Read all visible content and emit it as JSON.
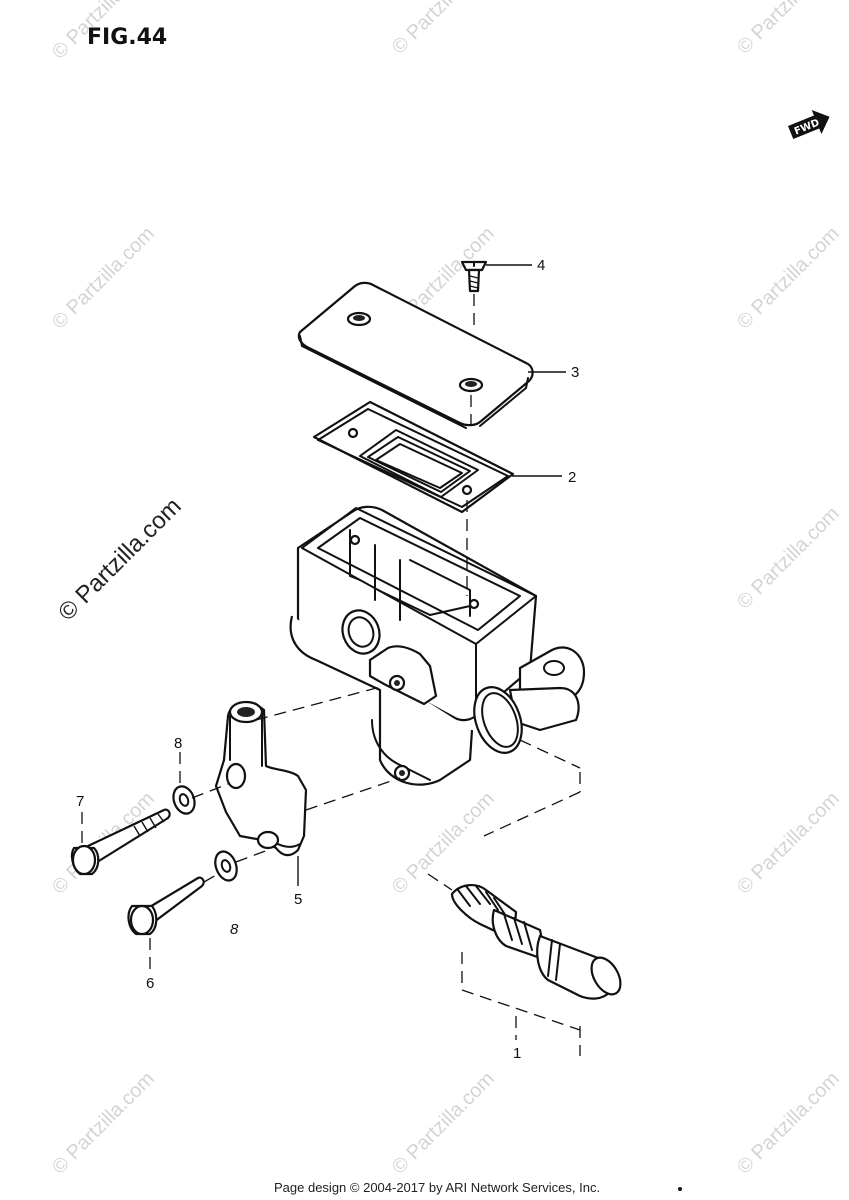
{
  "figure": {
    "title": "FIG.44",
    "fwd_label": "FWD"
  },
  "callouts": {
    "c1": "1",
    "c2": "2",
    "c3": "3",
    "c4": "4",
    "c5": "5",
    "c6": "6",
    "c7": "7",
    "c8a": "8",
    "c8b": "8"
  },
  "watermark": {
    "text": "© Partzilla.com"
  },
  "footer": {
    "copyright": "Page design © 2004-2017 by ARI Network Services, Inc."
  },
  "parts": [
    {
      "id": "1",
      "name": "piston-kit"
    },
    {
      "id": "2",
      "name": "diaphragm"
    },
    {
      "id": "3",
      "name": "reservoir-cap"
    },
    {
      "id": "4",
      "name": "cap-screw"
    },
    {
      "id": "5",
      "name": "master-cylinder-holder"
    },
    {
      "id": "6",
      "name": "holder-bolt-lower"
    },
    {
      "id": "7",
      "name": "holder-bolt-upper"
    },
    {
      "id": "8",
      "name": "washer"
    }
  ]
}
